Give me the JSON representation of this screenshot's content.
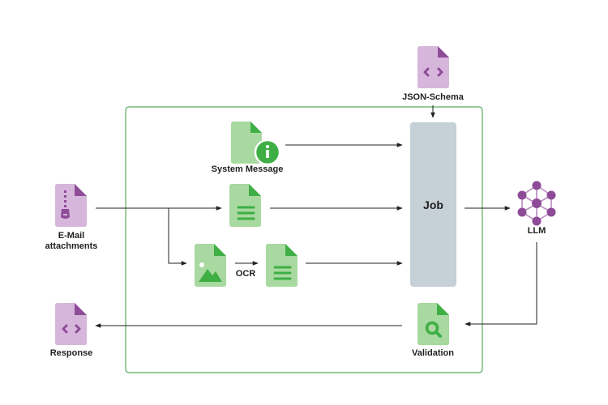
{
  "labels": {
    "json_schema": "JSON-Schema",
    "system_message": "System Message",
    "email_line1": "E-Mail",
    "email_line2": "attachments",
    "ocr": "OCR",
    "job": "Job",
    "llm": "LLM",
    "response": "Response",
    "validation": "Validation"
  },
  "colors": {
    "purple_doc": "#d7b6dc",
    "purple_fold": "#8e4b98",
    "purple_icon": "#8e4b98",
    "green_doc": "#a8d9a0",
    "green_fold": "#3fae45",
    "green_icon": "#3fae45",
    "job_box": "#c5d0d7",
    "frame": "#5aaa5a",
    "arrow": "#222222",
    "llm_node": "#8e4b98"
  },
  "icons": {
    "json_schema": "code-file-icon",
    "system_message": "info-file-icon",
    "email": "zip-file-icon",
    "text_doc": "text-file-icon",
    "image_doc": "image-file-icon",
    "ocr_text_doc": "text-file-icon",
    "llm": "network-icon",
    "response": "code-file-icon",
    "validation": "search-file-icon"
  }
}
